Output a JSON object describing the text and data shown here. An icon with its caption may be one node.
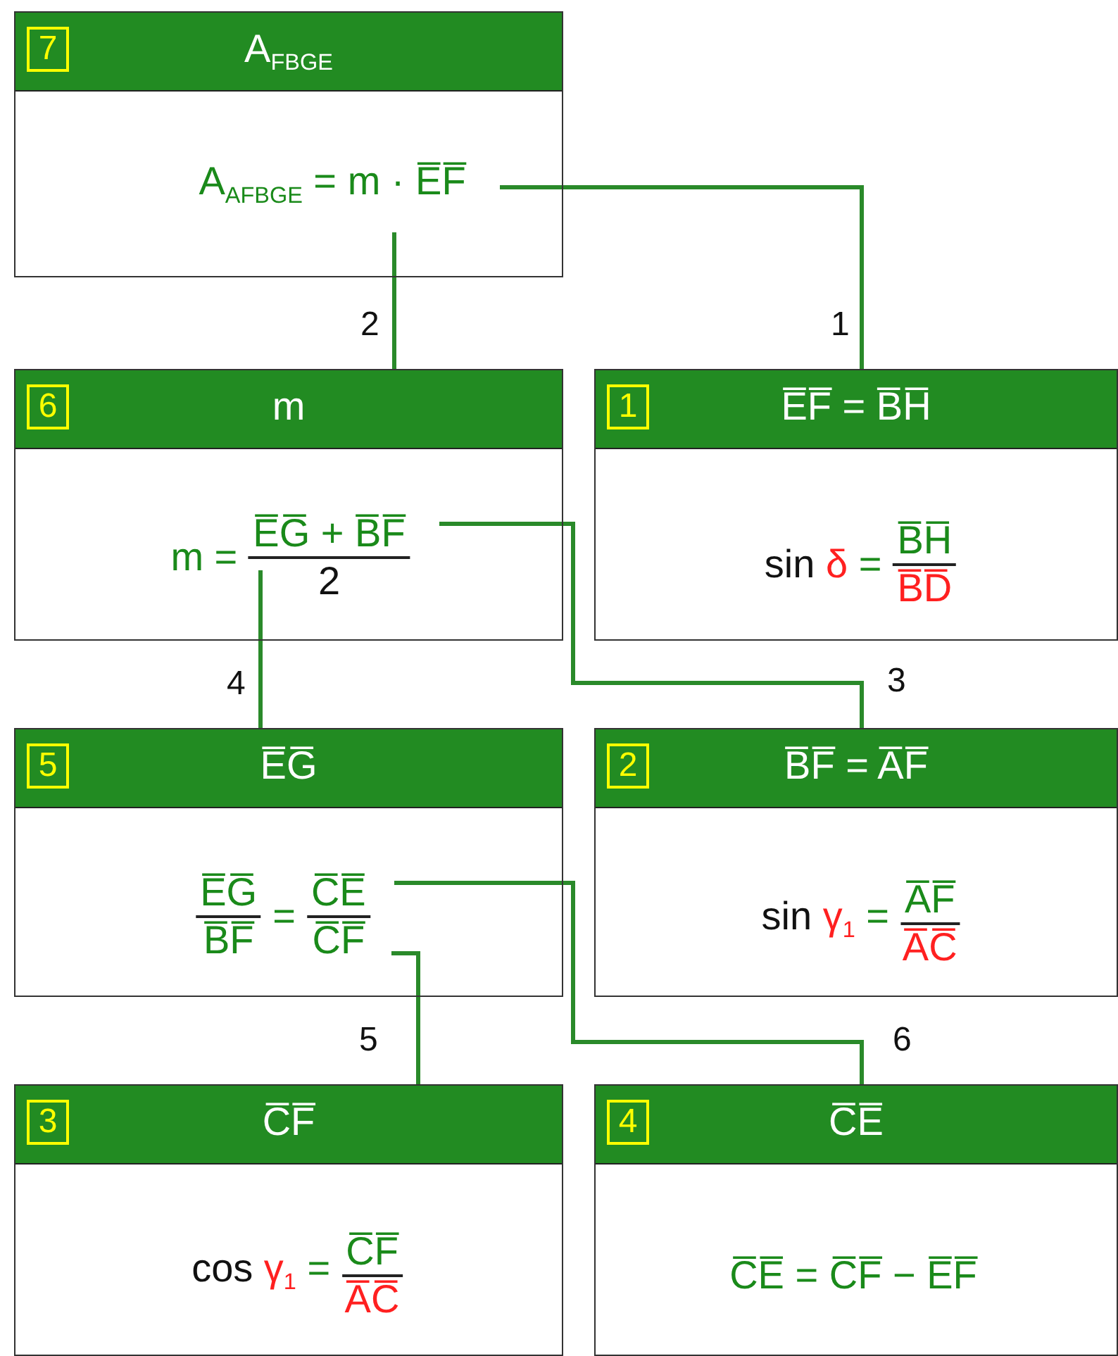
{
  "diagram": {
    "nodes": [
      {
        "text": [
          "7",
          "A$_{FBGE}$",
          "A$_{AFBGE}$ = m · E̅F̅"
        ]
      },
      {
        "text": [
          "6",
          "m",
          "m =",
          "E̅G̅ + B̅F̅",
          "2"
        ]
      },
      {
        "text": [
          "1",
          "E̅F̅ = B̅H̅",
          "sin δ =",
          "B̅H̅",
          "B̅D̅"
        ]
      },
      {
        "text": [
          "5",
          "E̅G̅",
          "E̅G̅",
          "B̅F̅",
          "=",
          "C̅E̅",
          "C̅F̅"
        ]
      },
      {
        "text": [
          "2",
          "B̅F̅ = A̅F̅",
          "sin γ$_{1}$ =",
          "A̅F̅",
          "A̅C̅"
        ]
      },
      {
        "text": [
          "3",
          "C̅F̅",
          "cos γ$_{1}$ =",
          "C̅F̅",
          "A̅C̅"
        ]
      },
      {
        "text": [
          "4",
          "C̅E̅",
          "C̅E̅ = C̅F̅ − E̅F̅"
        ]
      }
    ],
    "edges": [
      {
        "from": 0,
        "to": 2,
        "arrow": "none",
        "label": "1"
      },
      {
        "from": 0,
        "to": 1,
        "arrow": "none",
        "label": "2"
      },
      {
        "from": 1,
        "to": 4,
        "arrow": "none",
        "label": "3"
      },
      {
        "from": 1,
        "to": 3,
        "arrow": "none",
        "label": "4"
      },
      {
        "from": 3,
        "to": 5,
        "arrow": "none",
        "label": "5"
      },
      {
        "from": 3,
        "to": 6,
        "arrow": "none",
        "label": "6"
      }
    ]
  }
}
